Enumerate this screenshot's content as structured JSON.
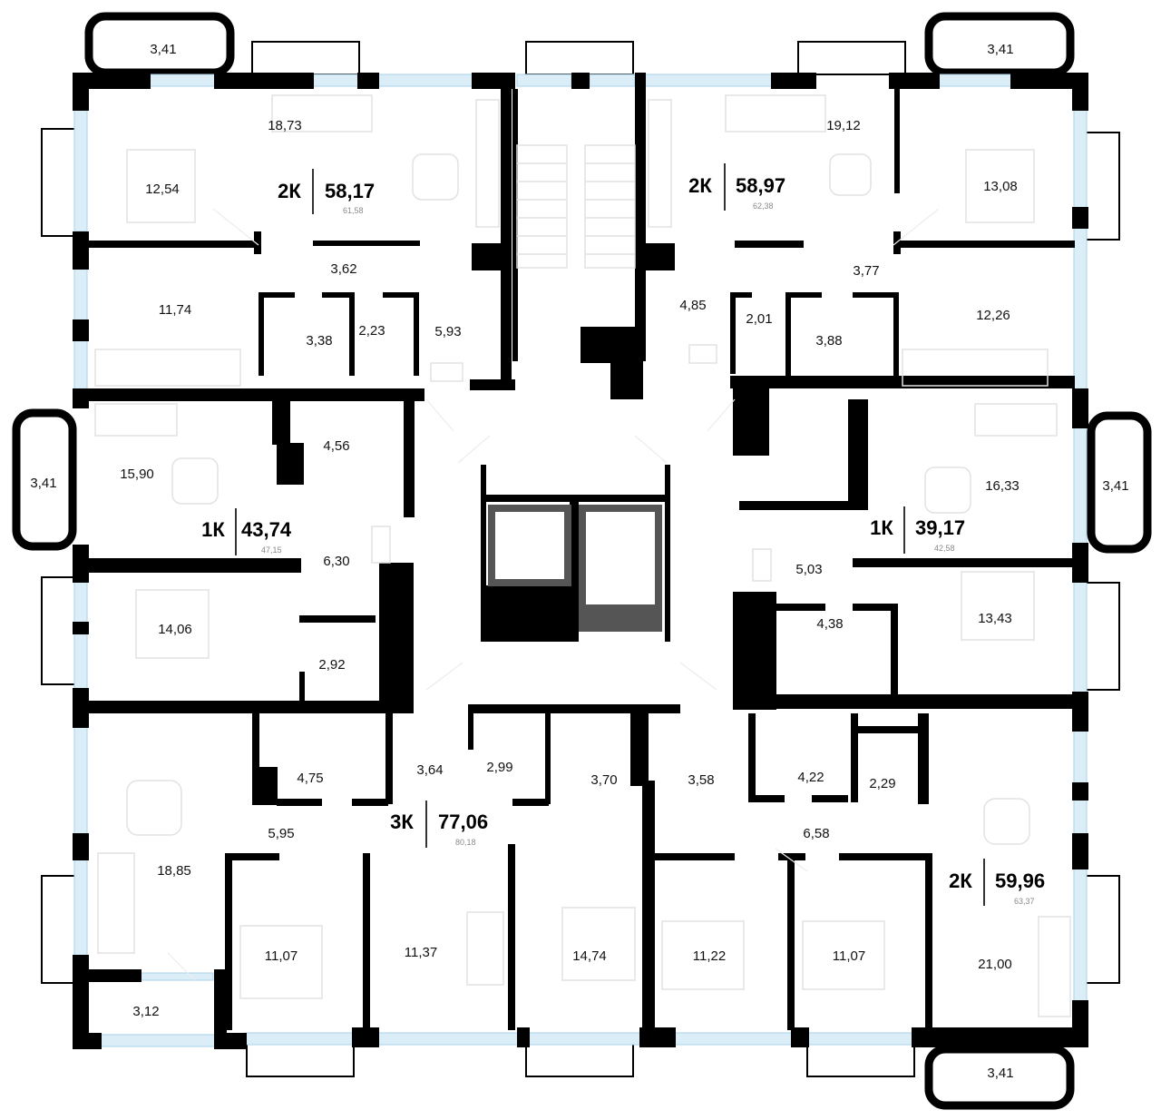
{
  "apartments": [
    {
      "id": "apt-nw",
      "type": "2К",
      "area": "58,17",
      "gross": "61,58"
    },
    {
      "id": "apt-ne",
      "type": "2К",
      "area": "58,97",
      "gross": "62,38"
    },
    {
      "id": "apt-w",
      "type": "1К",
      "area": "43,74",
      "gross": "47,15"
    },
    {
      "id": "apt-e",
      "type": "1К",
      "area": "39,17",
      "gross": "42,58"
    },
    {
      "id": "apt-s",
      "type": "3К",
      "area": "77,06",
      "gross": "80,18"
    },
    {
      "id": "apt-se",
      "type": "2К",
      "area": "59,96",
      "gross": "63,37"
    }
  ],
  "rooms": [
    "3,41",
    "3,41",
    "18,73",
    "12,54",
    "3,62",
    "11,74",
    "3,38",
    "2,23",
    "5,93",
    "19,12",
    "13,08",
    "3,77",
    "4,85",
    "2,01",
    "3,88",
    "12,26",
    "3,41",
    "15,90",
    "4,56",
    "6,30",
    "14,06",
    "2,92",
    "16,33",
    "3,41",
    "5,03",
    "13,43",
    "4,38",
    "4,75",
    "3,64",
    "2,99",
    "3,70",
    "3,58",
    "4,22",
    "2,29",
    "5,95",
    "6,58",
    "18,85",
    "11,07",
    "11,37",
    "14,74",
    "11,22",
    "11,07",
    "21,00",
    "3,12",
    "3,41"
  ],
  "colors": {
    "wall": "#000000",
    "window": "#dbeef8",
    "lift": "#555555"
  }
}
